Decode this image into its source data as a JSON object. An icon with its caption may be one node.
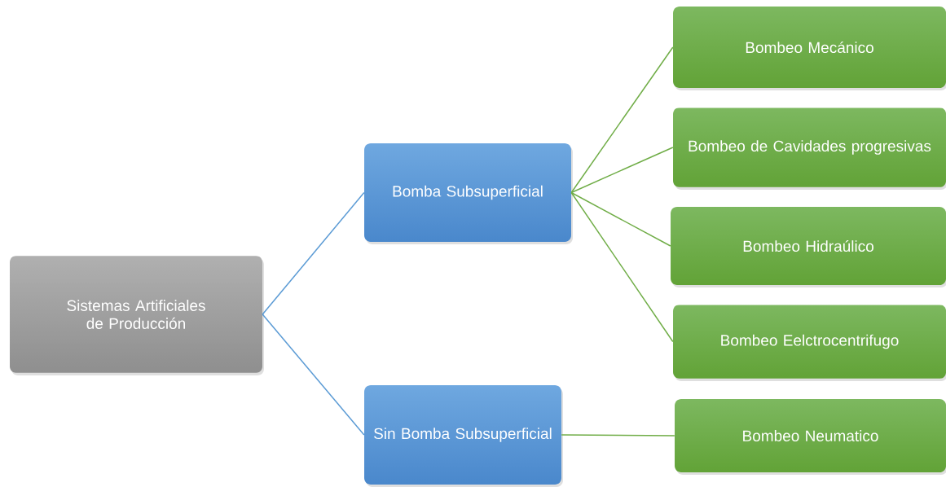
{
  "diagram": {
    "nodes": [
      {
        "text": [
          "Sistemas Artificiales de Producción"
        ]
      },
      {
        "text": [
          "Bomba Subsuperficial"
        ]
      },
      {
        "text": [
          "Sin Bomba Subsuperficial"
        ]
      },
      {
        "text": [
          "Bombeo Mecánico"
        ]
      },
      {
        "text": [
          "Bombeo de Cavidades progresivas"
        ]
      },
      {
        "text": [
          "Bombeo Hidraúlico"
        ]
      },
      {
        "text": [
          "Bombeo Eelctrocentrifugo"
        ]
      },
      {
        "text": [
          "Bombeo Neumatico"
        ]
      }
    ],
    "edges": [
      {
        "from": 0,
        "to": 1,
        "arrow": "none",
        "color": "#5b9bd5"
      },
      {
        "from": 0,
        "to": 2,
        "arrow": "none",
        "color": "#5b9bd5"
      },
      {
        "from": 1,
        "to": 3,
        "arrow": "none"
      },
      {
        "from": 1,
        "to": 4,
        "arrow": "none"
      },
      {
        "from": 1,
        "to": 5,
        "arrow": "none"
      },
      {
        "from": 1,
        "to": 6,
        "arrow": "none"
      },
      {
        "from": 2,
        "to": 7,
        "arrow": "none"
      }
    ]
  }
}
